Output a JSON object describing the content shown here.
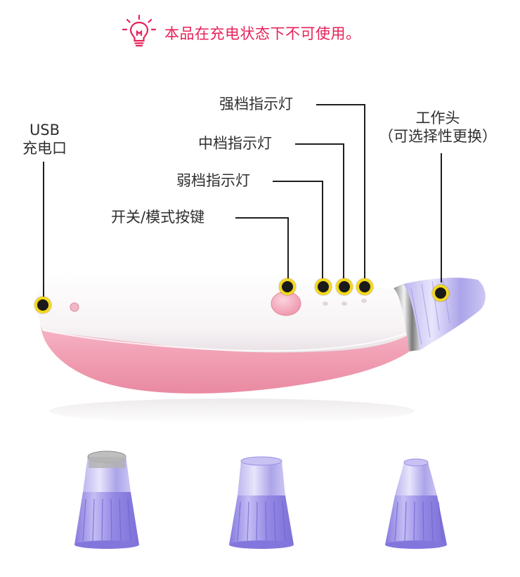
{
  "notice": {
    "icon": "lightbulb-icon",
    "text": "本品在充电状态下不可使用。",
    "color": "#e8225a"
  },
  "callouts": {
    "usb_line1": "USB",
    "usb_line2": "充电口",
    "strong_light": "强档指示灯",
    "medium_light": "中档指示灯",
    "weak_light": "弱档指示灯",
    "power_button": "开关/模式按键",
    "work_head_line1": "工作头",
    "work_head_line2": "（可选择性更换）"
  },
  "colors": {
    "device_pink": "#f2a2b6",
    "device_white": "#fbf9fa",
    "button_pink": "#f4adc0",
    "nozzle_purple": "#9a8ee6",
    "marker_yellow": "#f3d71c"
  }
}
